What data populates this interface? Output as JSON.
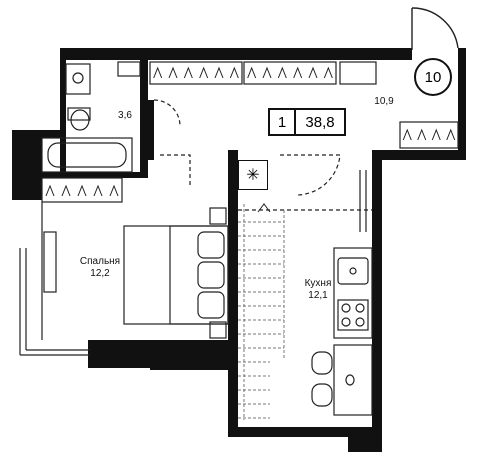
{
  "plan": {
    "apartment_number": "10",
    "rooms_count": "1",
    "total_area": "38,8",
    "rooms": [
      {
        "id": "bathroom",
        "area": "3,6"
      },
      {
        "id": "hall",
        "area": "10,9"
      },
      {
        "id": "bedroom",
        "name": "Спальня",
        "area": "12,2"
      },
      {
        "id": "kitchen",
        "name": "Кухня",
        "area": "12,1"
      }
    ],
    "symbols": {
      "ac_unit": "✳",
      "stair_direction": "up-arrow"
    },
    "colors": {
      "wall": "#111111",
      "line": "#222222",
      "background": "#ffffff"
    }
  }
}
